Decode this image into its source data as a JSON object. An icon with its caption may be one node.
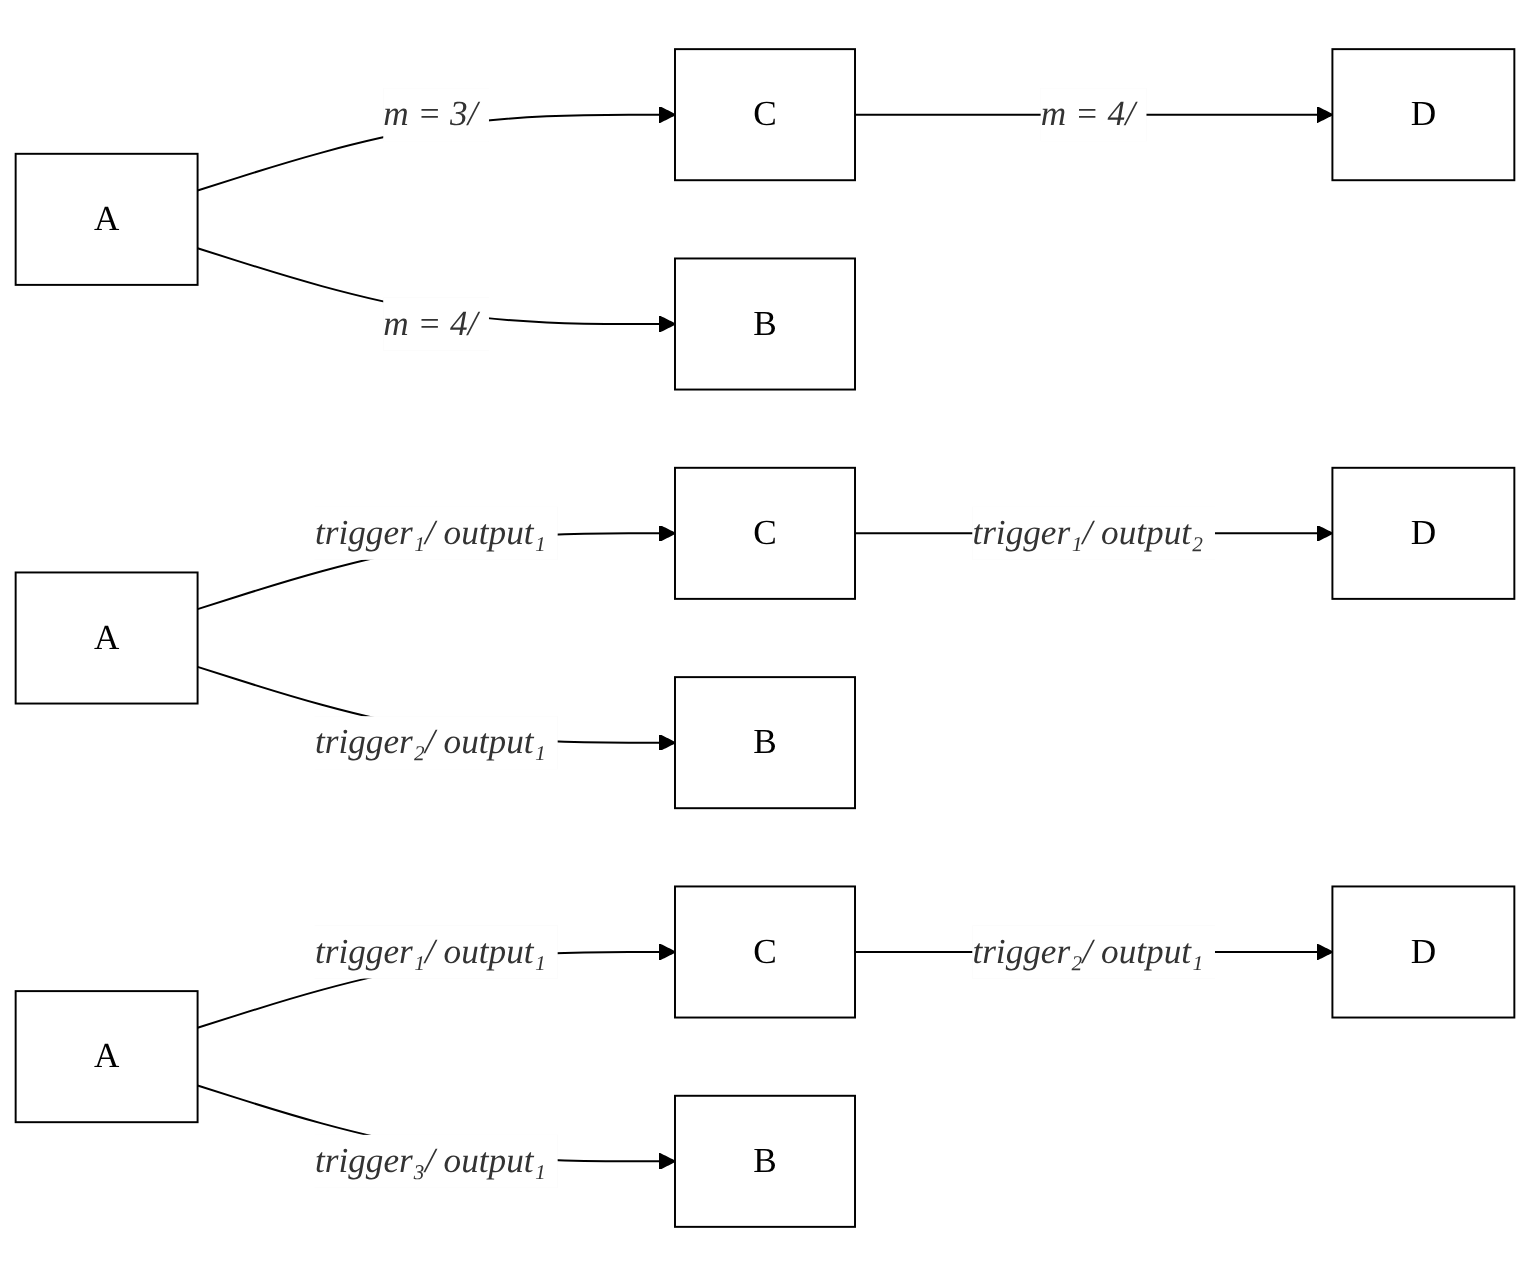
{
  "diagram": {
    "nodes": [
      {
        "text": [
          "A"
        ]
      },
      {
        "text": [
          "C"
        ]
      },
      {
        "text": [
          "D"
        ]
      },
      {
        "text": [
          "B"
        ]
      },
      {
        "text": [
          "A"
        ]
      },
      {
        "text": [
          "C"
        ]
      },
      {
        "text": [
          "D"
        ]
      },
      {
        "text": [
          "B"
        ]
      },
      {
        "text": [
          "A"
        ]
      },
      {
        "text": [
          "C"
        ]
      },
      {
        "text": [
          "D"
        ]
      },
      {
        "text": [
          "B"
        ]
      }
    ],
    "edges": [
      {
        "from": 0,
        "to": 1,
        "arrow": "to",
        "label": "m = 3/"
      },
      {
        "from": 1,
        "to": 2,
        "arrow": "to",
        "label": "m = 4/"
      },
      {
        "from": 0,
        "to": 3,
        "arrow": "to",
        "label": "m = 4/"
      },
      {
        "from": 4,
        "to": 5,
        "arrow": "to",
        "label": "trigger₁/ output₁"
      },
      {
        "from": 5,
        "to": 6,
        "arrow": "to",
        "label": "trigger₁/ output₂"
      },
      {
        "from": 4,
        "to": 7,
        "arrow": "to",
        "label": "trigger₂/ output₁"
      },
      {
        "from": 8,
        "to": 9,
        "arrow": "to",
        "label": "trigger₁/ output₁"
      },
      {
        "from": 9,
        "to": 10,
        "arrow": "to",
        "label": "trigger₂/ output₁"
      },
      {
        "from": 8,
        "to": 11,
        "arrow": "to",
        "label": "trigger₃/ output₁"
      }
    ]
  }
}
